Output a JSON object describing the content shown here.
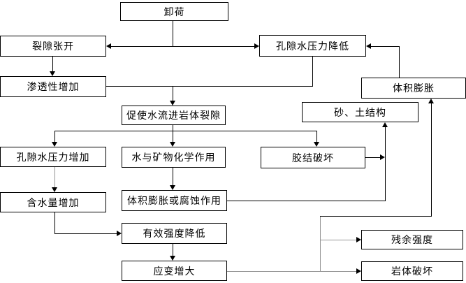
{
  "diagram": {
    "type": "flowchart",
    "language": "zh",
    "colors": {
      "background": "#ffffff",
      "box_border": "#000000",
      "primary_line": "#000000",
      "secondary_line": "#949494"
    },
    "nodes": {
      "unloading": {
        "label": "卸荷"
      },
      "fracture_opening": {
        "label": "裂隙张开"
      },
      "pore_pressure_decrease": {
        "label": "孔隙水压力降低"
      },
      "permeability_increase": {
        "label": "渗透性增加"
      },
      "volume_expansion": {
        "label": "体积膨胀"
      },
      "water_inflow": {
        "label": "促使水流进岩体裂隙"
      },
      "sand_soil_structure": {
        "label": "砂、土结构"
      },
      "pore_pressure_increase": {
        "label": "孔隙水压力增加"
      },
      "water_mineral_chemical": {
        "label": "水与矿物化学作用"
      },
      "cementation_failure": {
        "label": "胶结破坏"
      },
      "water_content_increase": {
        "label": "含水量增加"
      },
      "expansion_corrosion": {
        "label": "体积膨胀或腐蚀作用"
      },
      "effective_strength_decrease": {
        "label": "有效强度降低"
      },
      "strain_increase": {
        "label": "应变增大"
      },
      "residual_strength": {
        "label": "残余强度"
      },
      "rock_mass_failure": {
        "label": "岩体破坏"
      }
    },
    "edges": [
      {
        "from": "unloading",
        "to": "fracture_opening"
      },
      {
        "from": "unloading",
        "to": "pore_pressure_decrease"
      },
      {
        "from": "volume_expansion",
        "to": "pore_pressure_decrease"
      },
      {
        "from": "fracture_opening",
        "to": "permeability_increase"
      },
      {
        "from": "permeability_increase",
        "to": "water_inflow"
      },
      {
        "from": "pore_pressure_decrease",
        "to": "water_inflow"
      },
      {
        "from": "water_inflow",
        "to": "pore_pressure_increase"
      },
      {
        "from": "water_inflow",
        "to": "water_mineral_chemical"
      },
      {
        "from": "water_inflow",
        "to": "cementation_failure"
      },
      {
        "from": "pore_pressure_increase",
        "to": "water_content_increase"
      },
      {
        "from": "water_mineral_chemical",
        "to": "expansion_corrosion"
      },
      {
        "from": "water_content_increase",
        "to": "effective_strength_decrease"
      },
      {
        "from": "cementation_failure",
        "to": "sand_soil_structure"
      },
      {
        "from": "expansion_corrosion",
        "to": "sand_soil_structure"
      },
      {
        "from": "effective_strength_decrease",
        "to": "strain_increase"
      },
      {
        "from": "strain_increase",
        "to": "residual_strength"
      },
      {
        "from": "strain_increase",
        "to": "rock_mass_failure"
      },
      {
        "from": "strain_increase",
        "to": "volume_expansion"
      }
    ]
  }
}
